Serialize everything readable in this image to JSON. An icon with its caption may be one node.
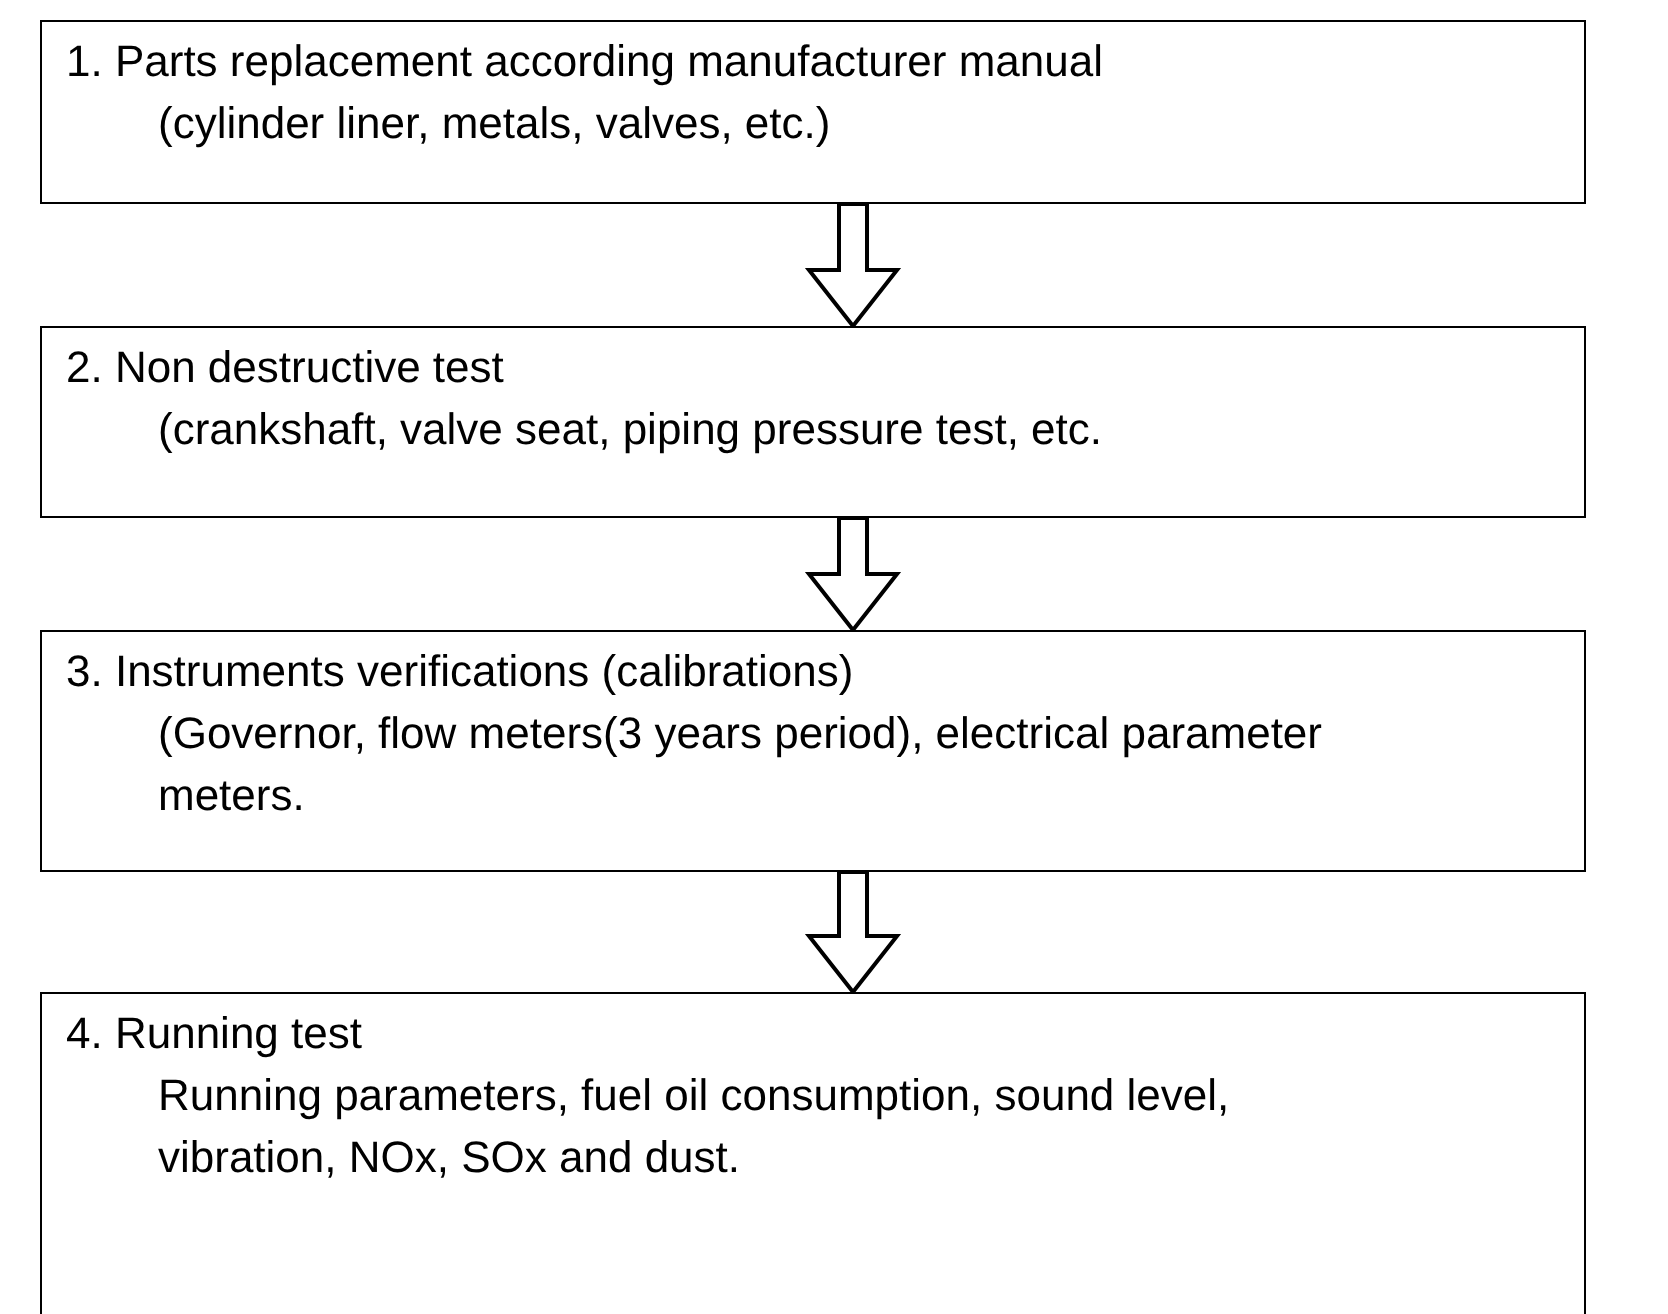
{
  "diagram": {
    "nodes": [
      {
        "text": [
          "1.  Parts replacement according manufacturer manual",
          "(cylinder liner,   metals, valves, etc.)"
        ]
      },
      {
        "text": [
          "2.  Non destructive test",
          "(crankshaft, valve seat, piping pressure test, etc."
        ]
      },
      {
        "text": [
          "3.  Instruments verifications (calibrations)",
          "(Governor, flow meters(3 years period), electrical parameter meters."
        ]
      },
      {
        "text": [
          "4.  Running test",
          "Running parameters, fuel oil consumption, sound level, vibration, NOx, SOx and dust."
        ]
      }
    ],
    "edges": [
      {
        "from": 0,
        "to": 1,
        "arrow": "to"
      },
      {
        "from": 1,
        "to": 2,
        "arrow": "to"
      },
      {
        "from": 2,
        "to": 3,
        "arrow": "to"
      }
    ]
  }
}
